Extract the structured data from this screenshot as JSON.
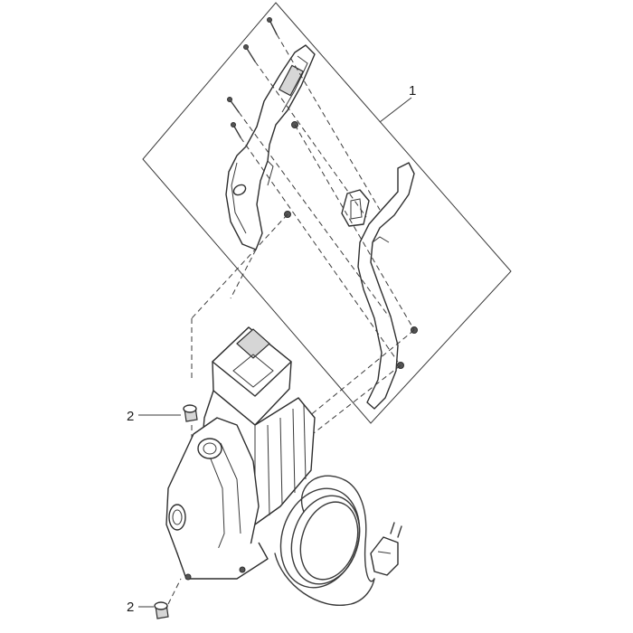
{
  "callouts": {
    "handle_assembly": "1",
    "plug_upper": "2",
    "plug_lower": "2"
  }
}
